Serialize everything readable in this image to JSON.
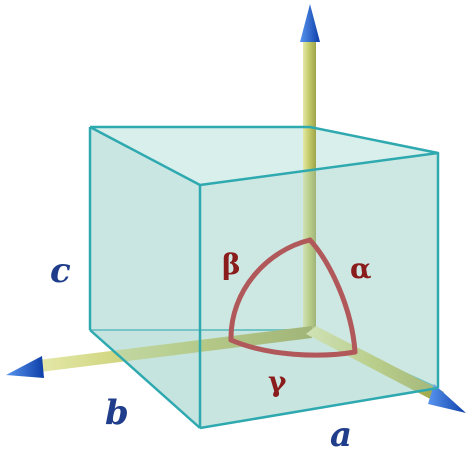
{
  "labels": {
    "edge_a": "a",
    "edge_b": "b",
    "edge_c": "c",
    "angle_alpha": "α",
    "angle_beta": "β",
    "angle_gamma": "γ"
  },
  "colors": {
    "cube_face": "#bfe3dc",
    "cube_edge": "#2fa9b0",
    "axis_shaft": "#cbd27a",
    "axis_tip": "#1a5fd6",
    "angle_arc": "#b5161b",
    "edge_label": "#1f3d8a",
    "angle_label": "#8a1c1c"
  }
}
